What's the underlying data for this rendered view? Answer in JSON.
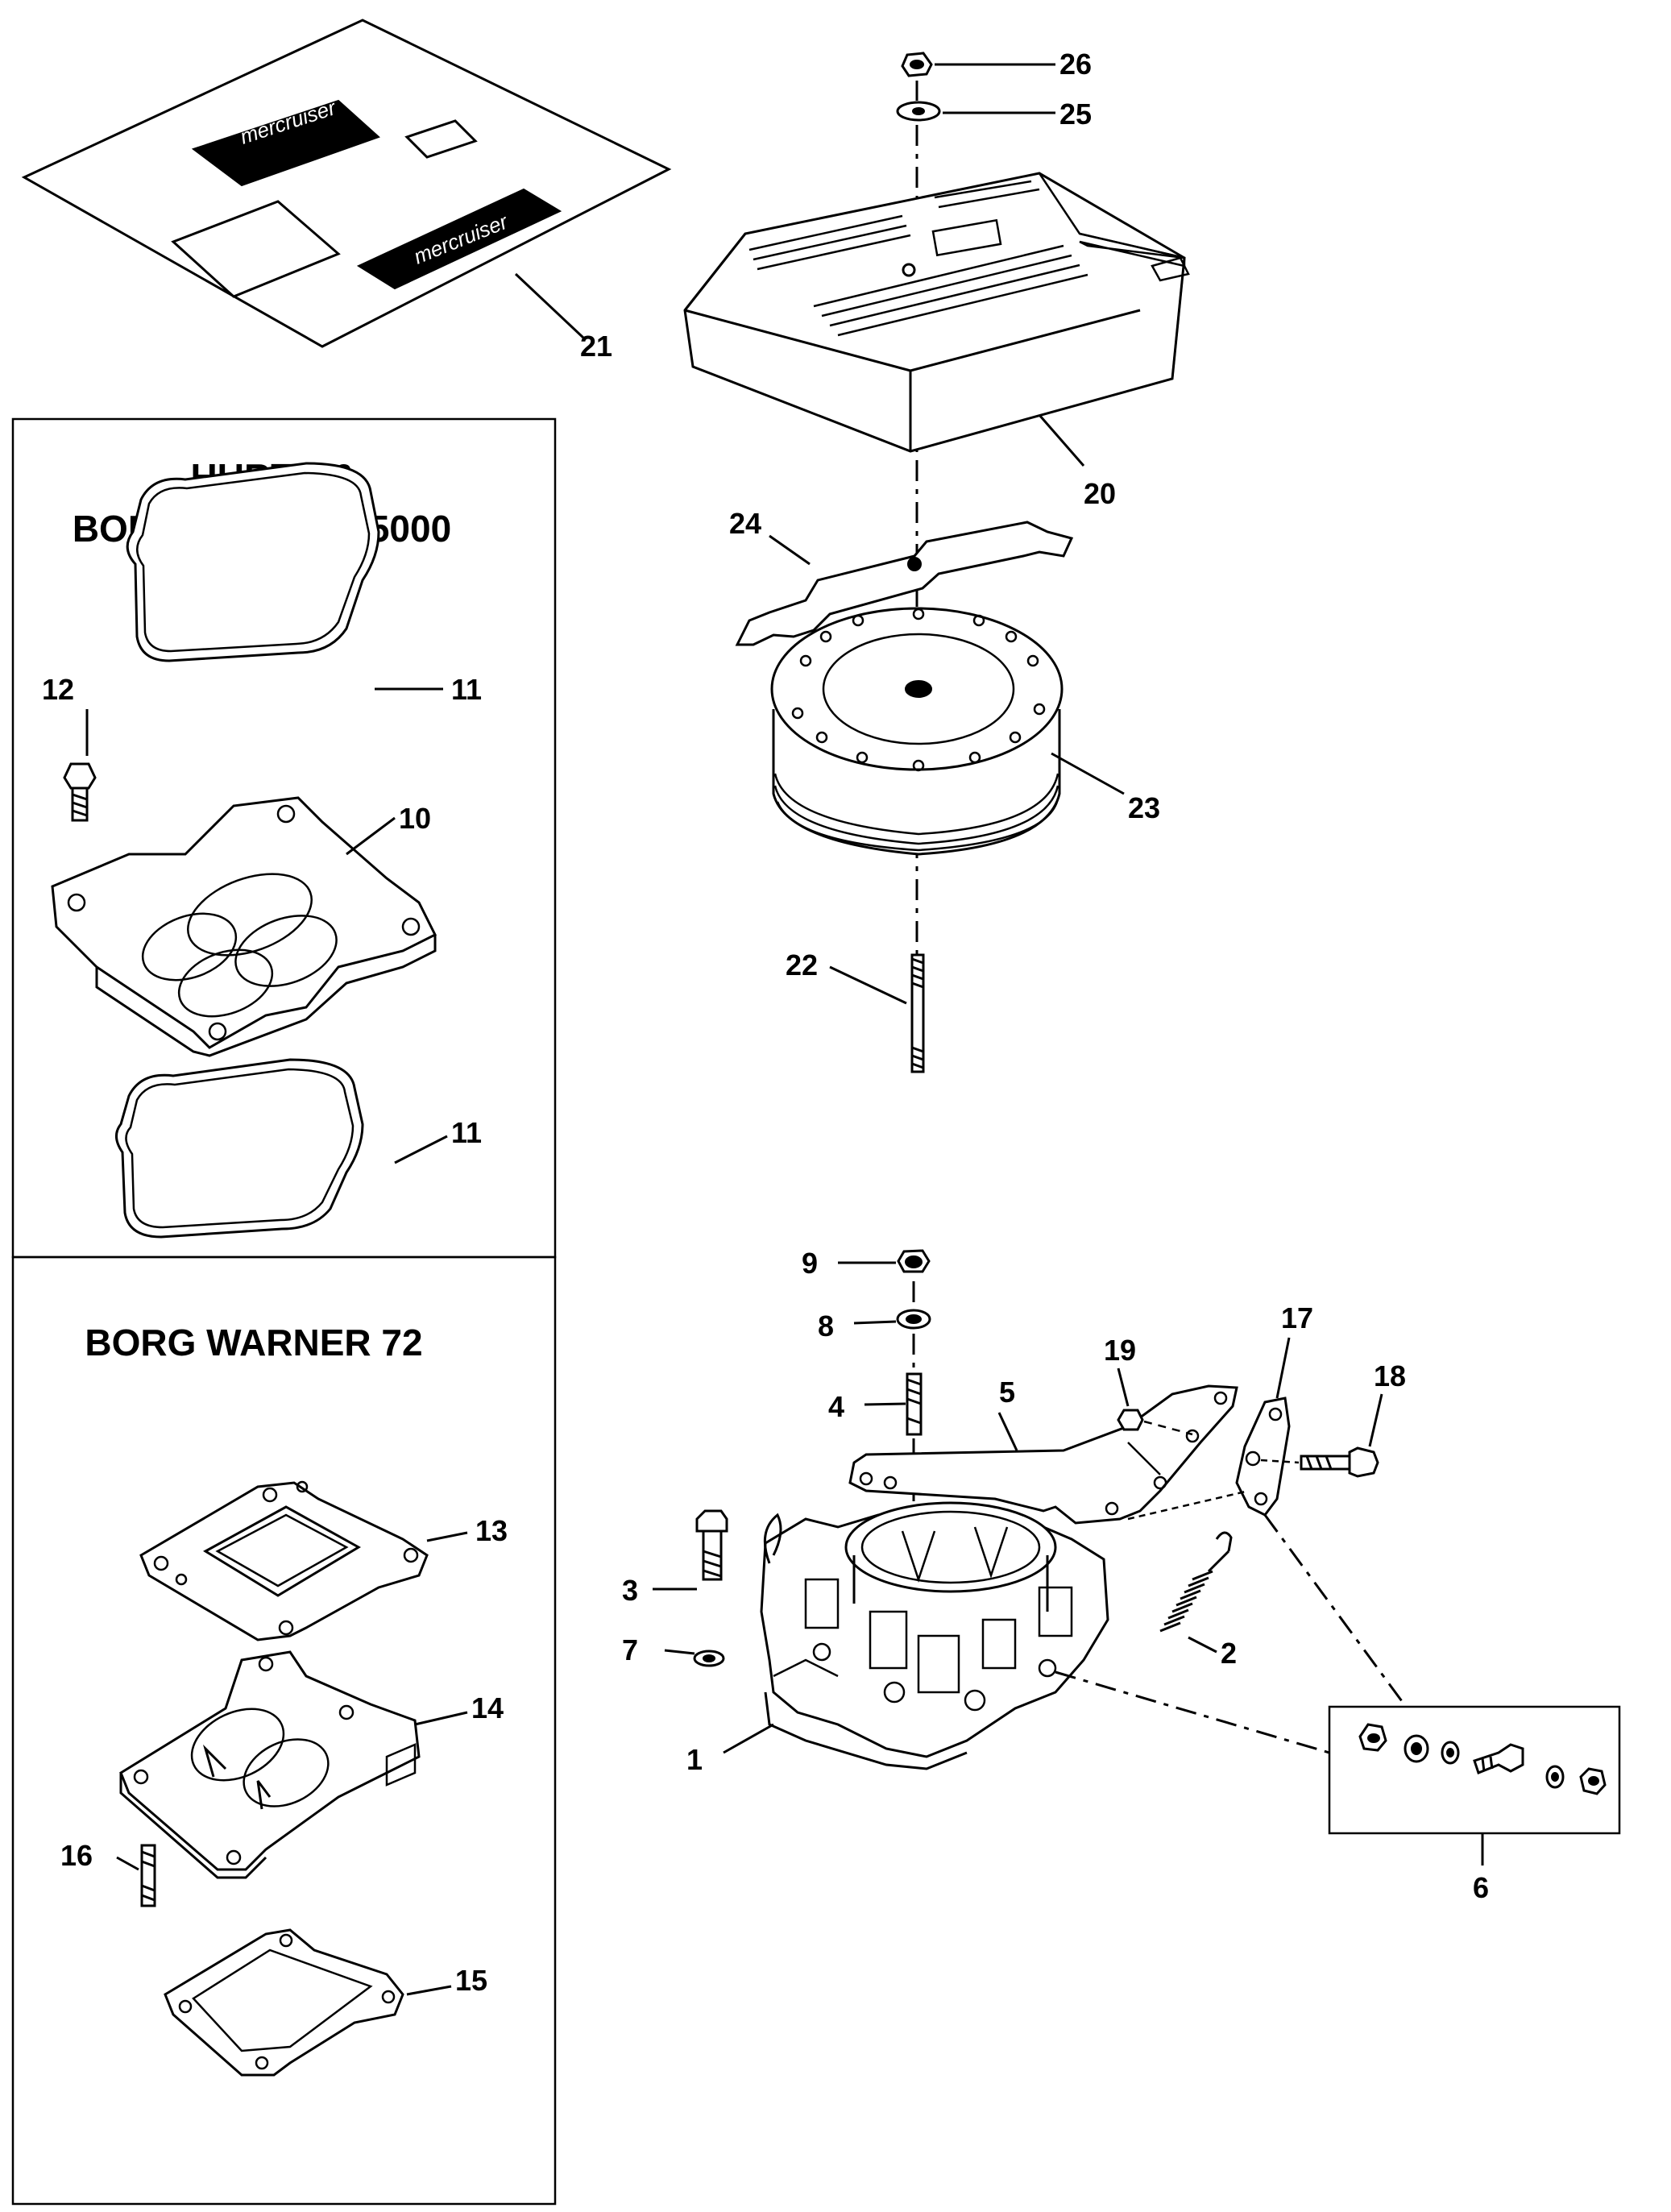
{
  "panels": {
    "hurth_title_line1": "HURTH &",
    "hurth_title_line2": "BORG WARNER 5000",
    "bw72_title": "BORG WARNER 72"
  },
  "decal_text": {
    "brand_1": "mercruiser",
    "brand_2": "mercruiser"
  },
  "callouts": {
    "c1": "1",
    "c2": "2",
    "c3": "3",
    "c4": "4",
    "c5": "5",
    "c6": "6",
    "c7": "7",
    "c8": "8",
    "c9": "9",
    "c10": "10",
    "c11a": "11",
    "c11b": "11",
    "c12": "12",
    "c13": "13",
    "c14": "14",
    "c15": "15",
    "c16": "16",
    "c17": "17",
    "c18": "18",
    "c19": "19",
    "c20": "20",
    "c21": "21",
    "c22": "22",
    "c23": "23",
    "c24": "24",
    "c25": "25",
    "c26": "26"
  }
}
